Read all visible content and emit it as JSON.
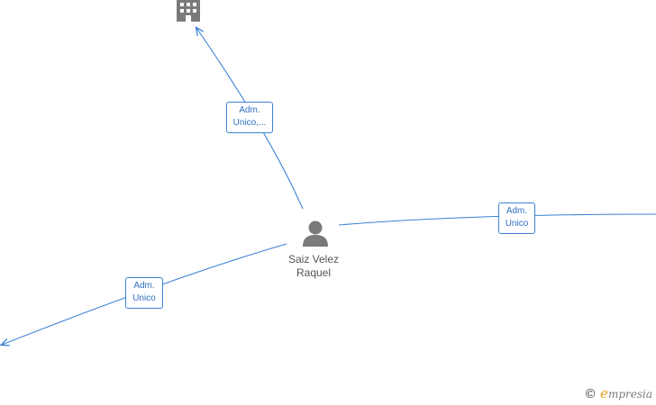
{
  "nodes": {
    "center_person": {
      "name_line1": "Saiz Velez",
      "name_line2": "Raquel",
      "icon": "person-icon"
    },
    "company_top": {
      "icon": "building-icon"
    }
  },
  "edges": {
    "top": {
      "label_line1": "Adm.",
      "label_line2": "Unico,..."
    },
    "right": {
      "label_line1": "Adm.",
      "label_line2": "Unico"
    },
    "left": {
      "label_line1": "Adm.",
      "label_line2": "Unico"
    }
  },
  "colors": {
    "edge": "#3b82d6",
    "node_icon": "#7a7a7a",
    "label_text": "#2f6fc2",
    "brand_accent": "#e8a020"
  },
  "watermark": {
    "copyright": "©",
    "brand_initial": "e",
    "brand_rest": "mpresia"
  }
}
